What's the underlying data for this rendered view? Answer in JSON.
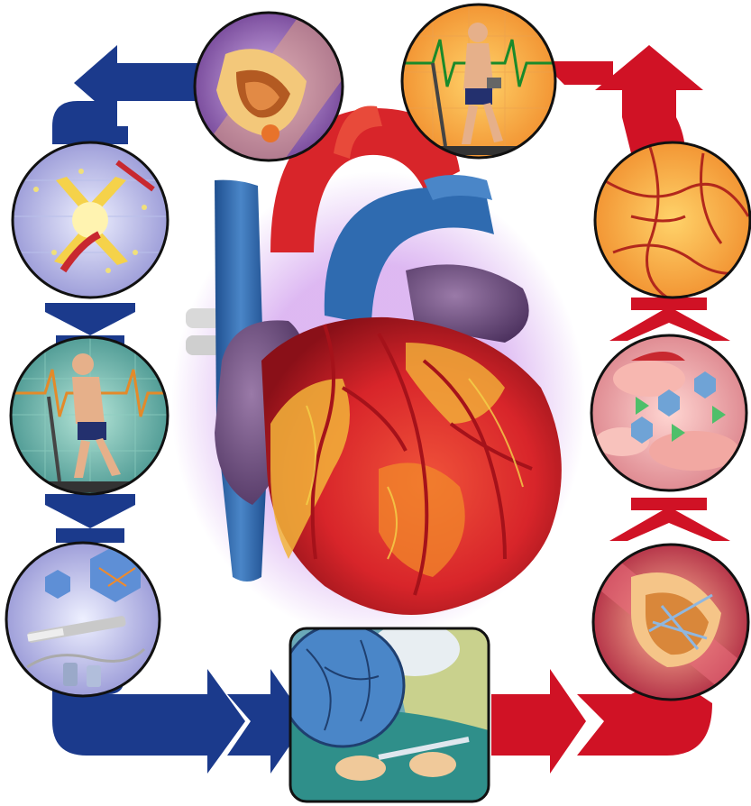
{
  "diagram": {
    "panels": [
      {
        "id": "artery-cross-section",
        "icon": "artery-plaque-icon"
      },
      {
        "id": "exercise-ecg-top",
        "icon": "treadmill-ecg-icon"
      },
      {
        "id": "vessel-growth",
        "icon": "vessel-network-icon"
      },
      {
        "id": "cell-pathway",
        "icon": "cell-receptor-icon"
      },
      {
        "id": "stent-artery",
        "icon": "stent-icon"
      },
      {
        "id": "catheter-procedure",
        "icon": "surgeon-catheter-icon"
      },
      {
        "id": "gene-injection",
        "icon": "syringe-vial-icon"
      },
      {
        "id": "exercise-ecg-left",
        "icon": "treadmill-ecg-icon"
      },
      {
        "id": "energy-ablation",
        "icon": "energy-burst-icon"
      }
    ],
    "arrows": {
      "left_loop_color": "#1b3a8c",
      "right_loop_color": "#d01225"
    },
    "colors": {
      "heart_main": "#d8252a",
      "heart_glow": "#c27fe8",
      "vein_blue": "#3a73b5",
      "fat_yellow": "#f2b43a",
      "purple_atrium": "#6e4b7e"
    }
  }
}
